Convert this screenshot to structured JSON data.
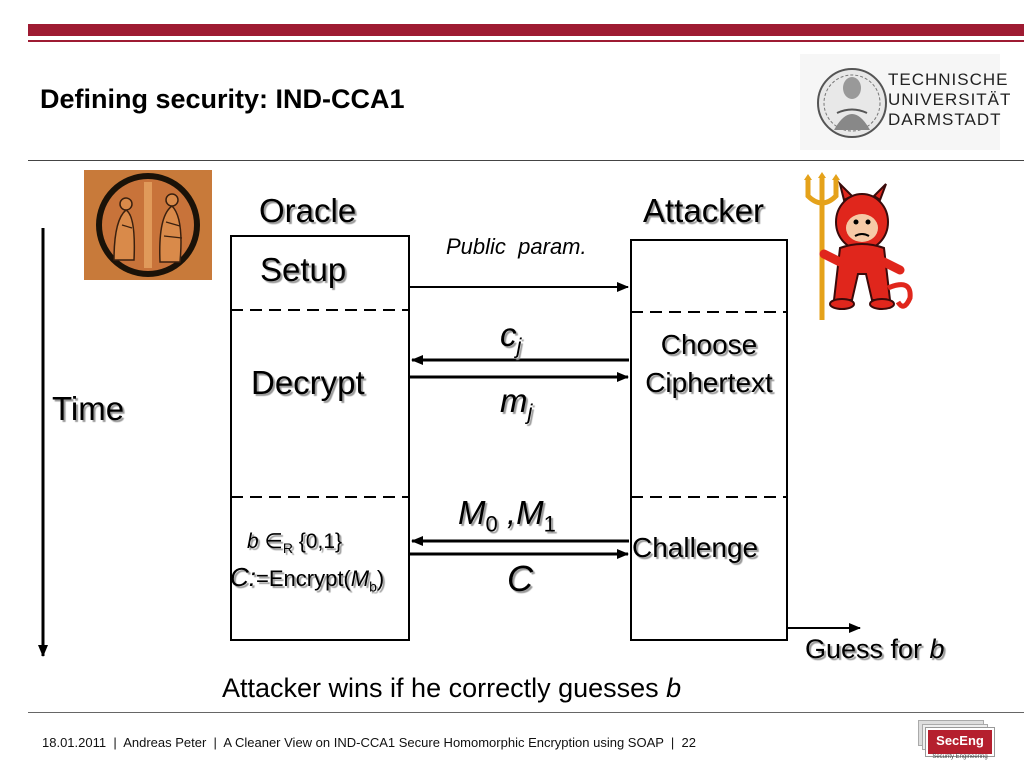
{
  "slide": {
    "title": "Defining security: IND-CCA1",
    "university_lines": [
      "TECHNISCHE",
      "UNIVERSITÄT",
      "DARMSTADT"
    ],
    "footer": "18.01.2011  |  Andreas Peter  |  A Cleaner View on IND-CCA1 Secure Homomorphic Encryption using SOAP  |  22",
    "seceng_logo": "SecEng",
    "seceng_sub": "Security Engineering"
  },
  "diagram": {
    "oracle_label": "Oracle",
    "attacker_label": "Attacker",
    "time_label": "Time",
    "setup": "Setup",
    "public_param": "Public  param.",
    "decrypt": "Decrypt",
    "choose_ciphertext_1": "Choose",
    "choose_ciphertext_2": "Ciphertext",
    "cj_base": "c",
    "cj_sub": "j",
    "mj_base": "m",
    "mj_sub": "j",
    "m0_base": "M",
    "m0_sub": "0",
    "m_sep": " ,",
    "m1_base": "M",
    "m1_sub": "1",
    "ciphertext_C": "C",
    "challenge": "Challenge",
    "b_var": "b",
    "in_r": " ∈",
    "r_sub": "R",
    "set01": " {0,1}",
    "c_assign": "C:",
    "encrypt_text": "=Encrypt(",
    "mb_base": "M",
    "mb_sub": "b",
    "close_paren": ")",
    "guess_text": "Guess for ",
    "guess_var": "b",
    "wins_text": "Attacker wins if he correctly guesses ",
    "wins_var": "b"
  },
  "colors": {
    "brand_red": "#9e1b32",
    "devil_red": "#e0261c"
  },
  "icons": [
    "tud-logo-icon",
    "greek-vase-icon",
    "devil-icon",
    "seceng-logo-icon"
  ]
}
